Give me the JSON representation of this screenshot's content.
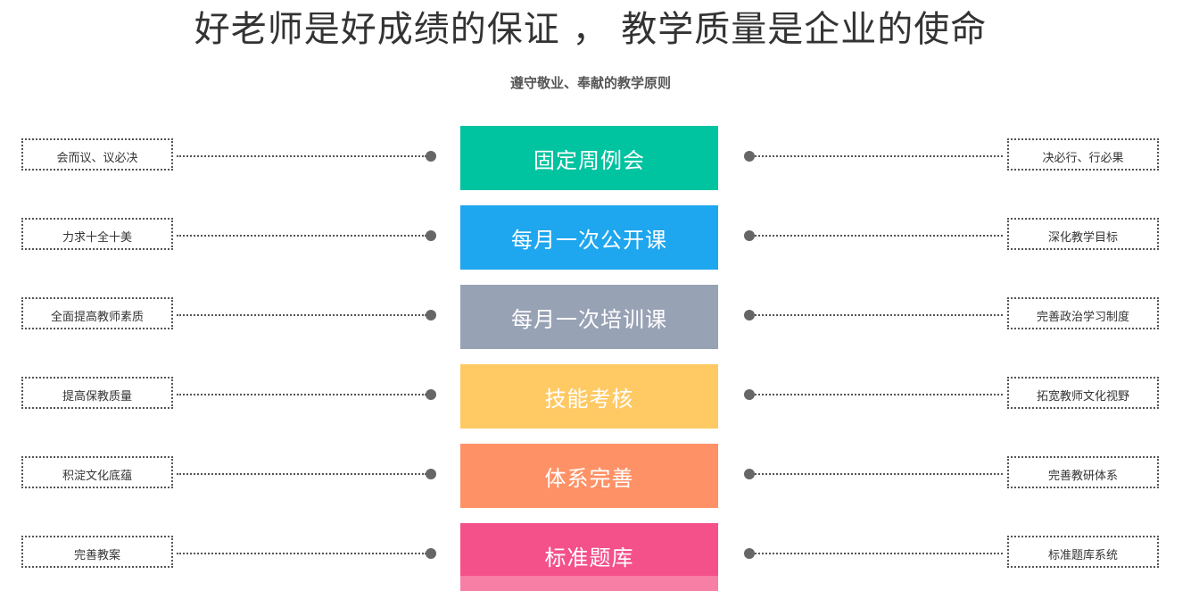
{
  "header": {
    "title": "好老师是好成绩的保证 ， 教学质量是企业的使命",
    "subtitle": "遵守敬业、奉献的教学原则"
  },
  "rows": [
    {
      "left": "会而议、议必决",
      "center": "固定周例会",
      "right": "决必行、行必果",
      "color": "#00c3a0"
    },
    {
      "left": "力求十全十美",
      "center": "每月一次公开课",
      "right": "深化教学目标",
      "color": "#1ea6ef"
    },
    {
      "left": "全面提高教师素质",
      "center": "每月一次培训课",
      "right": "完善政治学习制度",
      "color": "#98a2b5"
    },
    {
      "left": "提高保教质量",
      "center": "技能考核",
      "right": "拓宽教师文化视野",
      "color": "#ffc964"
    },
    {
      "left": "积淀文化底蕴",
      "center": "体系完善",
      "right": "完善教研体系",
      "color": "#ff9166"
    },
    {
      "left": "完善教案",
      "center": "标准题库",
      "right": "标准题库系统",
      "color": "#f4518a"
    }
  ]
}
